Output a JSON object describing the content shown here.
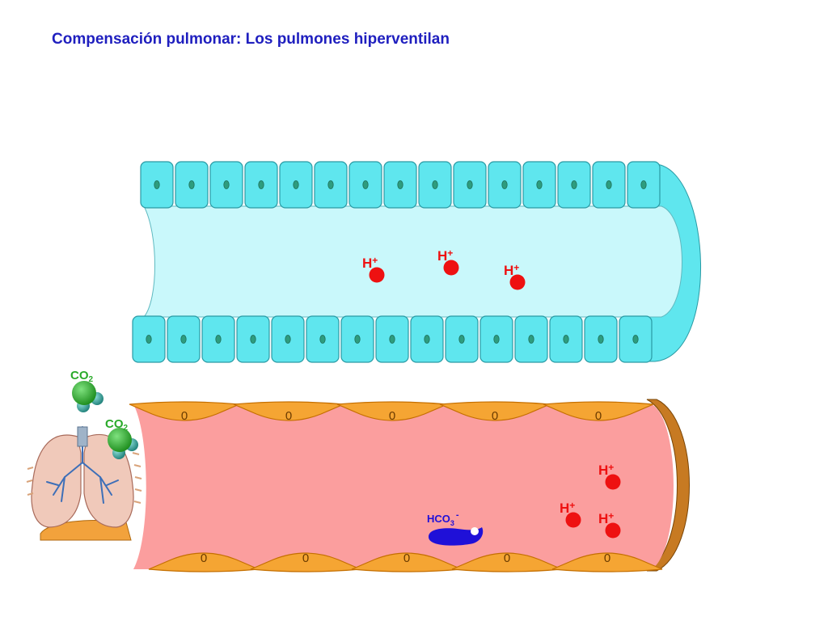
{
  "title": "Compensación pulmonar: Los pulmones hiperventilan",
  "colors": {
    "title": "#1f1fbf",
    "tubule_cell": "#5fe6ee",
    "tubule_lumen": "#c9f8fb",
    "tubule_nucleus": "#2e9c7e",
    "vessel_lumen": "#fb9e9e",
    "endothelial_cell": "#f5a533",
    "endothelial_edge": "#c56f00",
    "hydrogen_ion": "#ee1111",
    "bicarbonate": "#1f10d8",
    "co2_carbon": "#2aaa2a",
    "co2_oxygen": "#3aa7a0",
    "lung_tissue": "#f0c9ba",
    "bronchi": "#3d6fb8"
  },
  "labels": {
    "hydrogen": "H",
    "hydrogen_charge": "+",
    "co2_base": "CO",
    "co2_sub": "2",
    "bicarbonate_base": "HCO",
    "bicarbonate_sub": "3",
    "bicarbonate_charge": "-",
    "nucleus_mark": "0"
  },
  "icons": {
    "lungs": "lungs-icon",
    "co2": "co2-molecule-icon",
    "bicarbonate": "bicarbonate-ion-icon",
    "hydrogen": "hydrogen-ion-icon"
  }
}
